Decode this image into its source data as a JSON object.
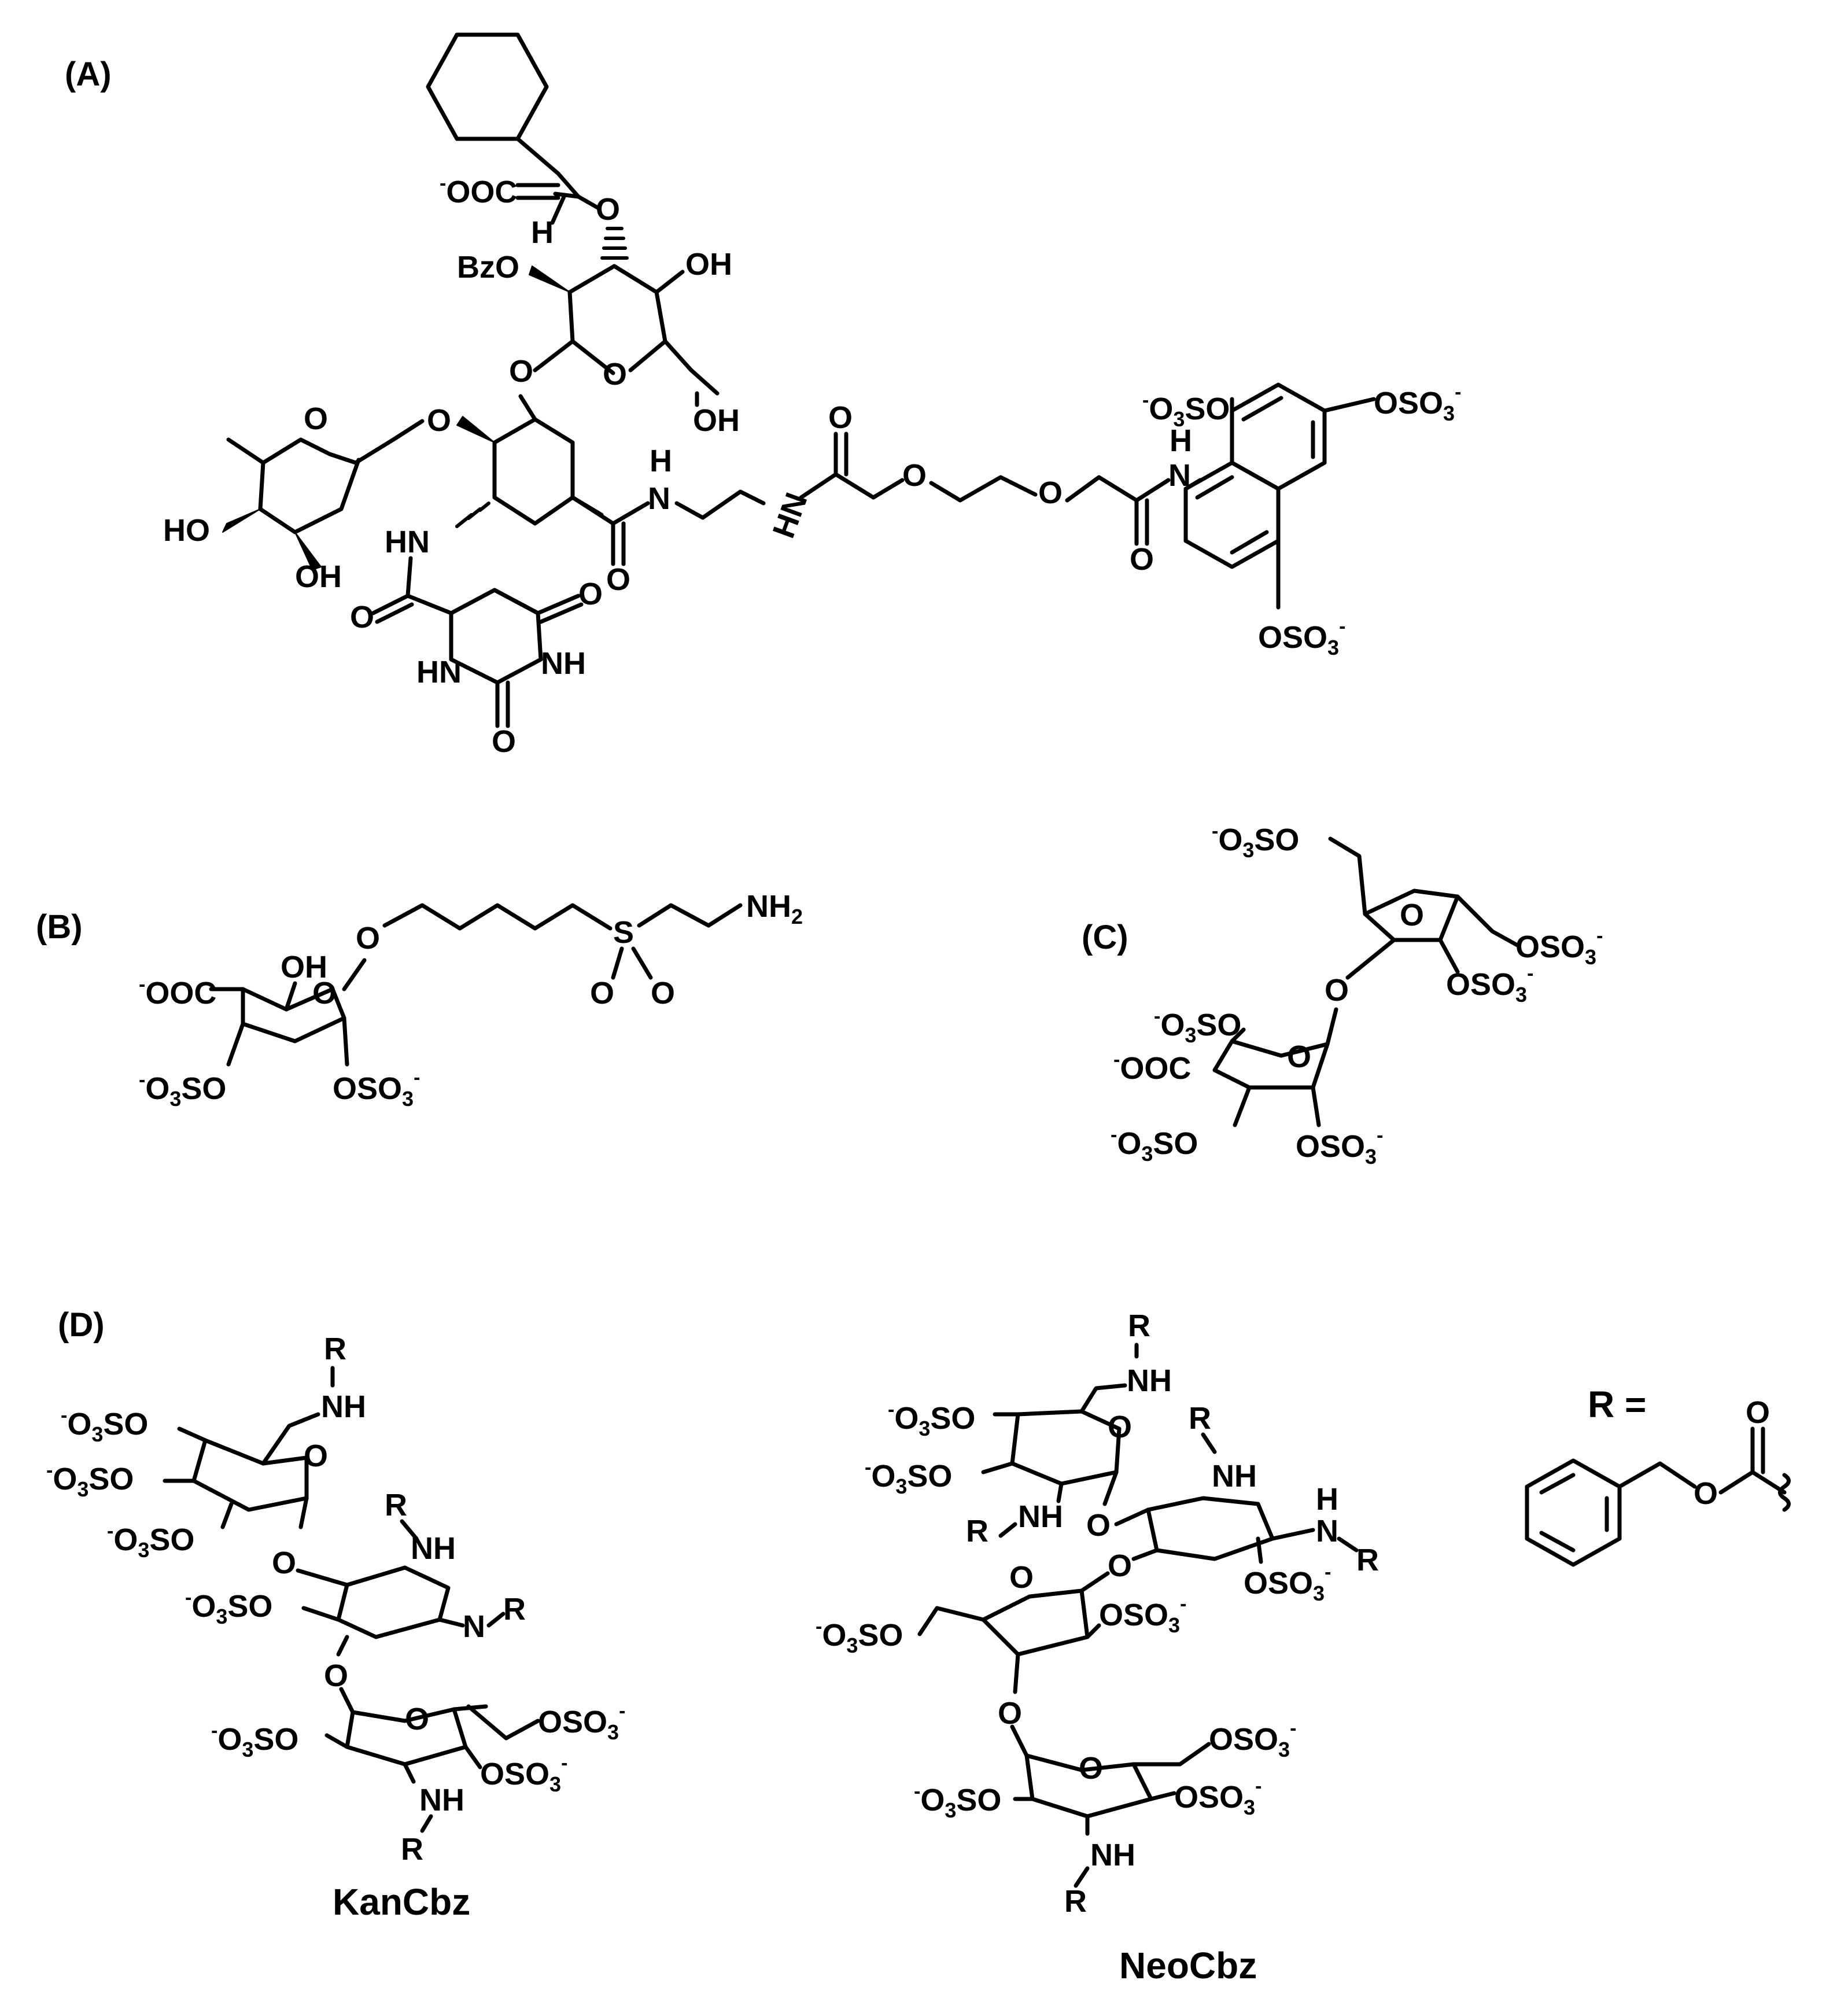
{
  "panels": {
    "A": "(A)",
    "B": "(B)",
    "C": "(C)",
    "D": "(D)"
  },
  "compounds": {
    "kan": "KanCbz",
    "neo": "NeoCbz"
  },
  "r_definition": "R ="
}
